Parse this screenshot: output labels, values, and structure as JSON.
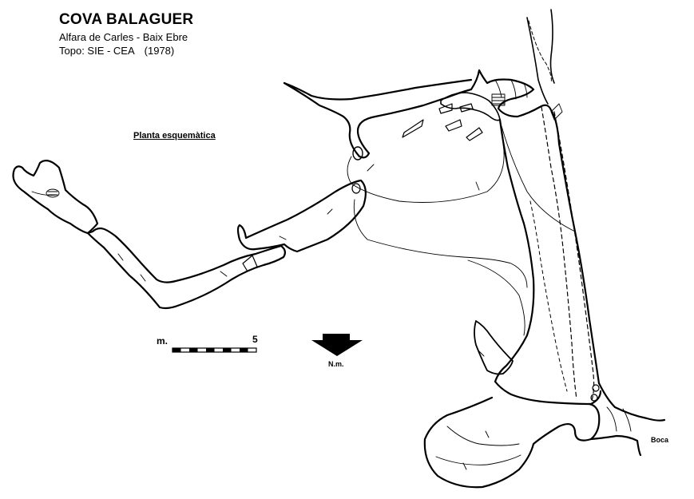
{
  "header": {
    "title": "COVA BALAGUER",
    "location": "Alfara de Carles - Baix Ebre",
    "topo_credit": "Topo: SIE - CEA",
    "topo_year": "(1978)"
  },
  "map": {
    "plan_label": "Planta esquemàtica",
    "scale": {
      "left_label": "m.",
      "right_label": "5"
    },
    "north": {
      "label": "N.m."
    },
    "entrance_label": "Boca",
    "line_color": "#000000"
  }
}
